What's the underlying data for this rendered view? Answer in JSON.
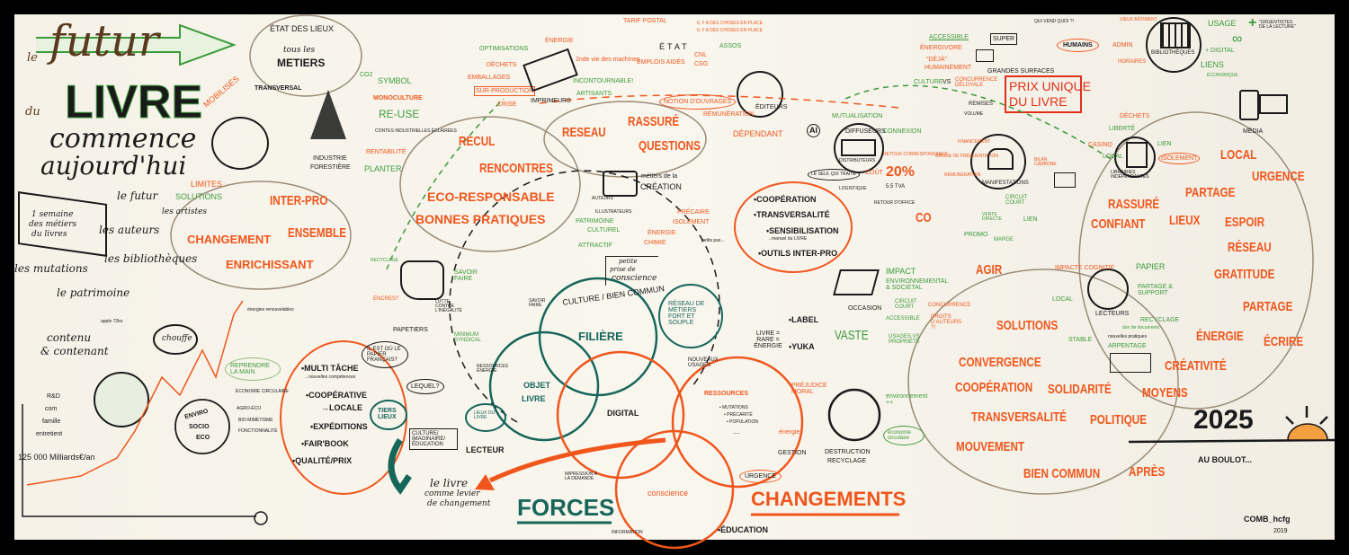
{
  "title": {
    "le": "le",
    "futur": "futur",
    "du": "du",
    "livre": "LIVRE",
    "commence": "commence",
    "aujourdhui": "aujourd'hui"
  },
  "intro": {
    "semaine": "1 semaine",
    "metiers": "des métiers",
    "du_livres": "du livres",
    "le_futur": "le futur",
    "limites": "LIMITES",
    "solutions": "SOLUTIONS",
    "artistes": "les artistes",
    "auteurs": "les auteurs",
    "bibliotheques": "les bibliothèques",
    "mutations": "les mutations",
    "patrimoine": "le patrimoine"
  },
  "etat_des_lieux": {
    "etat": "ÉTAT DES LIEUX",
    "tous": "tous les",
    "metiers": "METIERS",
    "mobilises": "MOBILISÉS",
    "transversal": "TRANSVERSAL"
  },
  "foret": {
    "co2": "CO2",
    "symbol": "SYMBOL",
    "monoculture": "MONOCULTURE",
    "reuse": "RE-USE",
    "contes": "CONTES INDUSTRIELLES ÉCLAIRÉES",
    "rentabilite": "RENTABILITÉ",
    "planter": "PLANTER",
    "industrie": "INDUSTRIE",
    "forestiere": "FORESTIÈRE"
  },
  "cloud_interpro": {
    "interpro": "INTER-PRO",
    "ensemble": "ENSEMBLE",
    "changement": "CHANGEMENT",
    "enrichissant": "ENRICHISSANT"
  },
  "cloud_recul": {
    "recul": "RECUL",
    "rencontres": "RENCONTRES",
    "eco": "ECO-RESPONSABLE",
    "bonnes": "BONNES PRATIQUES"
  },
  "imprimeurs": {
    "optimisations": "OPTIMISATIONS",
    "energie": "ÉNERGIE",
    "dechets": "DÉCHETS",
    "emballages": "EMBALLAGES",
    "surproduction": "SUR-PRODUCTION",
    "crise": "CRISE",
    "imprimeurs": "IMPRIMEURS",
    "seconde_vie": "2nde vie des machines",
    "incontournable": "INCONTOURNABLE!",
    "artisants": "ARTISANTS"
  },
  "etat": {
    "tarif": "TARIF POSTAL",
    "etat": "ÉTAT",
    "choses1": "IL Y A DES CHOSES EN PLACE",
    "choses2": "IL Y A DES CHOSES EN PLACE",
    "emplois": "EMPLOIS AIDÉS",
    "cnl": "CNL",
    "csg": "CSG",
    "assos": "ASSOS",
    "notion": "NOTION D'OUVRAGES",
    "remuneration": "RÉMUNÉRATION",
    "editeurs": "ÉDITEURS",
    "dependant": "DÉPENDANT"
  },
  "cloud_reseau": {
    "reseau": "RESEAU",
    "rassure": "RASSURÉ",
    "questions": "QUESTIONS"
  },
  "creation": {
    "auteurs": "AUTEURS",
    "metiers": "métiers de la",
    "creation": "CRÉATION",
    "illustrateurs": "ILLUSTRATEURS",
    "patrimoine": "PATRIMOINE",
    "culturel": "CULTUREL",
    "attractif": "ATTRACTIF",
    "energie": "ÉNERGIE",
    "chimie": "CHIMIE",
    "precaire": "PRÉCAIRE",
    "isolement": "ISOLEMENT",
    "petits_pas": "petits pas...",
    "petite": "petite",
    "prise": "prise de",
    "conscience": "conscience"
  },
  "cloud_coop": {
    "cooperation": "•COOPÉRATION",
    "transversalite": "•TRANSVERSALITÉ",
    "sensibilisation": "•SENSIBILISATION",
    "manuel": "→manuel du LIVRE",
    "outils": "•OUTILS INTER-PRO"
  },
  "diffusion": {
    "ai": "AI",
    "mutualisation": "MUTUALISATION",
    "diffuseurs": "DIFFUSEURS",
    "distributeurs": "DISTRIBUTEURS",
    "connexion": "CONNEXION",
    "seul": "LE SEUL QUI TRAITE",
    "cout": "COÛT",
    "pct": "20%",
    "tva": "5.5 TVA",
    "retour": "RETOUR CORRESPONDANCE",
    "logistique": "LOGISTIQUE",
    "retour_office": "RETOUR D'OFFICE",
    "co": "CO"
  },
  "grandes_surfaces": {
    "accessible": "ACCESSIBLE",
    "energivore": "ÉNERGIVORE",
    "deja": "\"DÉJÀ\"",
    "humainement": "HUMAINEMENT",
    "culture": "CULTURE",
    "vs": "VS",
    "concurrence": "CONCURRENCE DÉLOYALE",
    "super": "SUPER",
    "grandes": "GRANDES SURFACES",
    "qui_vend": "QUI VEND QUOI ?!",
    "humains": "HUMAINS",
    "prix1": "PRIX UNIQUE",
    "prix2": "DU LIVRE",
    "remises": "REMISES",
    "volume": "VOLUME"
  },
  "bibliotheques": {
    "vieux": "VIEUX BÂTIMENT",
    "admin": "ADMIN",
    "horaires": "HORAIRES",
    "bibliotheques": "BIBLIOTHÈQUES",
    "usage": "USAGE",
    "digital": "+ DIGITAL",
    "liens": "LIENS",
    "economique": "ÉCONOMIQUE",
    "urgentistes": "\"URGENTISTES DE LA LECTURE\"",
    "media": "MÉDIA"
  },
  "manifestations": {
    "financement": "FINANCEMENT",
    "baisse": "BAISSE DE FRÉQUENTATION",
    "remuneration": "RÉMUNÉRATION",
    "manifestations": "MANIFESTATIONS",
    "bilan": "BILAN CARBONE",
    "circuit": "CIRCUIT COURT",
    "vente": "VENTE DIRECTE",
    "lien": "LIEN",
    "promo": "PROMO",
    "marge": "MARGE"
  },
  "librairies": {
    "dechets": "DÉCHETS",
    "liberte": "LIBERTÉ",
    "casino": "CASINO",
    "local": "LOCAL",
    "librairies": "LIBRAIRIES INDÉPENDANTES",
    "lien": "LIEN",
    "isolement": "ISOLEMENT"
  },
  "cloud_right": {
    "local": "LOCAL",
    "urgence": "URGENCE",
    "partage": "PARTAGE",
    "rassure": "RASSURÉ",
    "confiant": "CONFIANT",
    "lieux": "LIEUX",
    "espoir": "ESPOIR",
    "reseau": "RÉSEAU",
    "gratitude": "GRATITUDE",
    "partage2": "PARTAGE",
    "energie": "ÉNERGIE",
    "ecrire": "ÉCRIRE",
    "creativite": "CRÉATIVITÉ",
    "moyens": "MOYENS"
  },
  "cloud_bottom": {
    "agir": "AGIR",
    "solutions": "SOLUTIONS",
    "convergence": "CONVERGENCE",
    "cooperation": "COOPÉRATION",
    "solidarite": "SOLIDARITÉ",
    "transversalite": "TRANSVERSALITÉ",
    "politique": "POLITIQUE",
    "mouvement": "MOUVEMENT",
    "bien_commun": "BIEN COMMUN",
    "apres": "APRÈS"
  },
  "lecteurs": {
    "impacte": "IMPACTE COGNITIF",
    "papier": "PAPIER",
    "partage": "PARTAGE & SUPPORT",
    "local": "LOCAL",
    "lecteurs": "LECTEURS",
    "recyclage": "RECYCLAGE",
    "don": "don de documents",
    "stable": "STABLE",
    "nouvelles": "nouvelles pratiques",
    "arpentage": "ARPENTAGE"
  },
  "ending": {
    "year": "2025",
    "au_boulot": "AU BOULOT...",
    "signature": "COMB_hcfg",
    "sig_year": "2019"
  },
  "environnement": {
    "impact": "IMPACT",
    "env": "ENVIRONNEMENTAL & SOCIÉTAL",
    "occasion": "OCCASION",
    "circuit": "CIRCUIT COURT",
    "accessible": "ACCESSIBLE",
    "usages": "USAGES VS PROPRIÉTÉ",
    "concurrence": "CONCURRENCE",
    "droits": "DROITS D'AUTEURS ?!",
    "vaste": "VASTE",
    "label": "•LABEL",
    "yuka": "•YUKA",
    "livre_rare": "LIVRE = RARE = ÉNERGIE",
    "prejudice": "PRÉJUDICE MORAL",
    "energie": "énergie!",
    "destruction": "DESTRUCTION",
    "recyclage": "RECYCLAGE",
    "environnement": "environnement ++",
    "eco_circ": "économie circulaire"
  },
  "venn": {
    "culture": "CULTURE / BIEN COMMUN",
    "filiere": "FILIÈRE",
    "objet": "OBJET",
    "livre": "LIVRE",
    "digital": "DIGITAL",
    "ressources": "RESSOURCES",
    "mutations": "• MUTATIONS",
    "precarite": "• PRÉCARITÉ",
    "population": "• POPULATION",
    "dots": "....",
    "conscience": "conscience",
    "reseau_metiers": "RÉSEAU DE MÉTIERS FORT ET SOUPLE",
    "nouveaux_usages": "NOUVEAUX USAGES",
    "ressources_energie": "RESSOURCES ÉNERGIE",
    "savoir_faire": "SAVOIR FAIRE",
    "lieux": "LIEUX DU LIVRE",
    "lecteur": "LECTEUR",
    "impression": "IMPRESSION À LA DEMANDE",
    "information": "INFORMATION",
    "gestion": "GESTION",
    "urgence": "URGENCE",
    "forces": "FORCES",
    "changements": "CHANGEMENTS",
    "education": "•ÉDUCATION",
    "levier1": "le livre",
    "levier2": "comme levier",
    "levier3": "de changement",
    "culture_imag": "CULTURE/ IMAGINAIRE/ ÉDUCATION",
    "tiers_lieux": "TIERS LIEUX"
  },
  "papetiers": {
    "recyclage": "RECYCLAGE",
    "encres": "ENCRES?",
    "papetiers": "PAPETIERS",
    "savoir": "SAVOIR FAIRE",
    "lutte": "LUTTE CONTRE L'INÉGALITÉ",
    "minimum": "MINIMUM SYNDICAL",
    "papier_fr": "IL EST OÙ LE PAPIER FRANÇAIS?",
    "lequel": "LEQUEL?"
  },
  "cloud_actions": {
    "multi": "•MULTI TÂCHE",
    "nouvelles": "→nouvelles compétences",
    "cooperative": "•COOPÉRATIVE",
    "locale": "→LOCALE",
    "expeditions": "•EXPÉDITIONS",
    "fairbook": "•FAIR'BOOK",
    "qualite": "•QUALITÉ/PRIX"
  },
  "economie": {
    "contenu": "contenu",
    "contenant": "& contenant",
    "apple": "apple 72ko",
    "chouffe": "chouffe",
    "rd": "R&D",
    "com": "com",
    "famille": "famille",
    "entretient": "entretient",
    "milliards": "125 000 Milliards€/an",
    "renouvelables": "énergies renouvelables",
    "reprendre": "REPRENDRE LA MAIN",
    "enviro": "ENVIRO",
    "socio": "SOCIO",
    "eco": "ECO",
    "eco_circ": "ÉCONOMIE CIRCULAIRE",
    "agro": "AGRO-ÉCO",
    "bio": "BIO-MIMÉTISME",
    "fonct": "FONCTIONNALITÉ"
  },
  "colors": {
    "orange": "#f0561c",
    "green": "#3c9a3c",
    "teal": "#17665a",
    "black": "#1a1a1a",
    "paper": "#f7f4ec"
  }
}
